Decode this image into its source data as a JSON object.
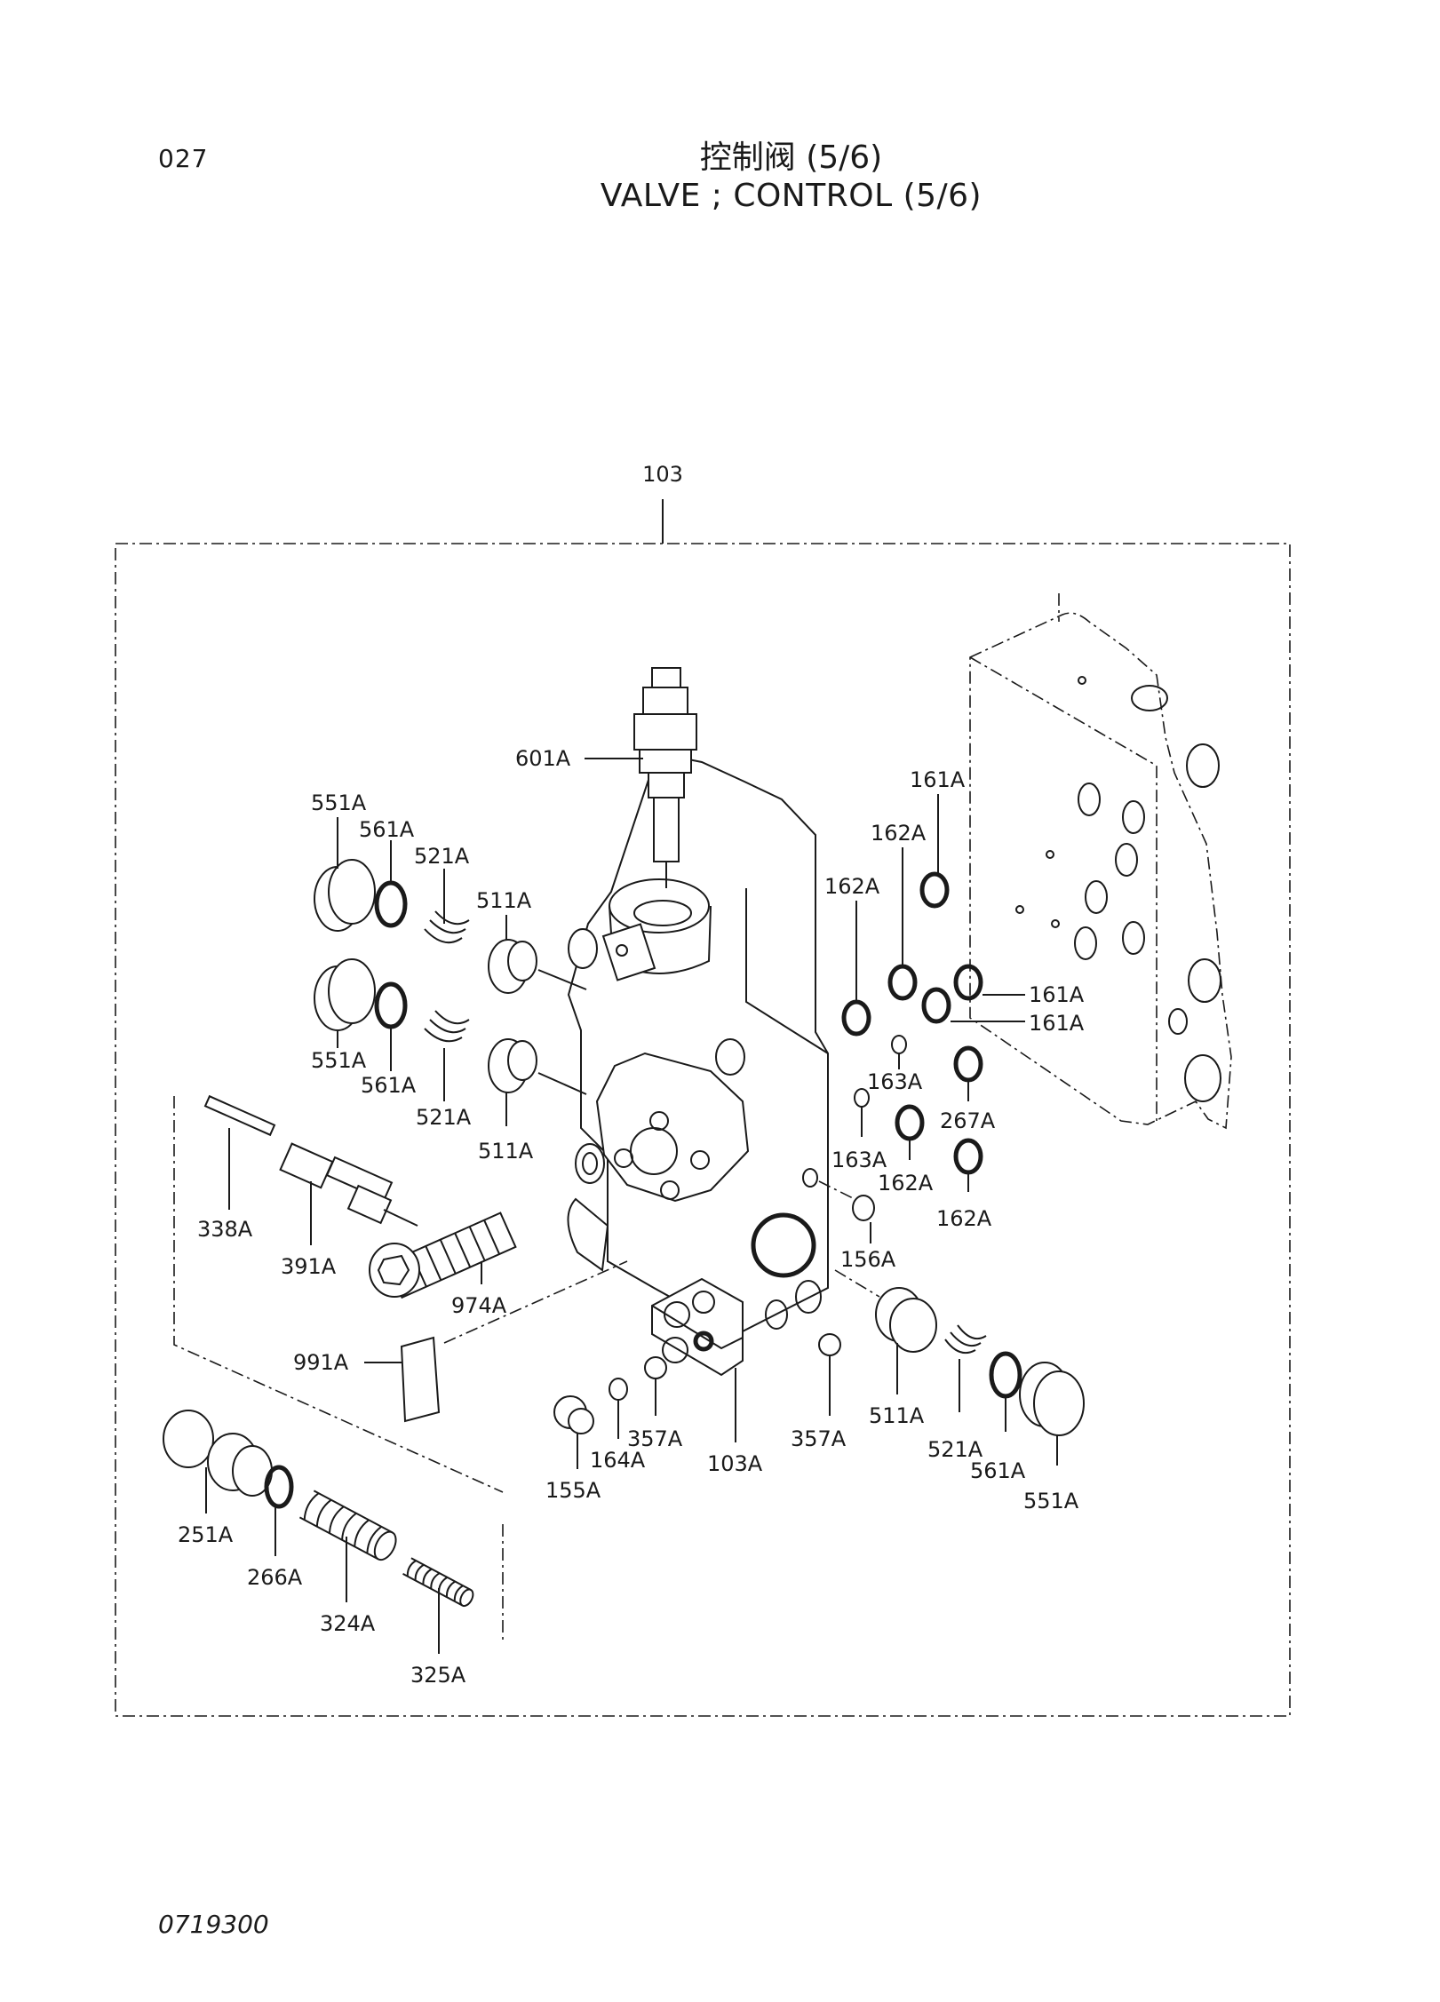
{
  "header": {
    "page_number": "027",
    "title_cn": "控制阀 (5/6)",
    "title_en": "VALVE ; CONTROL (5/6)"
  },
  "footer": {
    "doc_code": "0719300"
  },
  "diagram": {
    "assembly_label": "103",
    "parts": {
      "p601A": "601A",
      "p551A_1": "551A",
      "p561A_1": "561A",
      "p521A_1": "521A",
      "p511A_1": "511A",
      "p551A_2": "551A",
      "p561A_2": "561A",
      "p521A_2": "521A",
      "p511A_2": "511A",
      "p161A_1": "161A",
      "p162A_1": "162A",
      "p162A_2": "162A",
      "p161A_2": "161A",
      "p161A_3": "161A",
      "p163A_1": "163A",
      "p267A": "267A",
      "p163A_2": "163A",
      "p162A_3": "162A",
      "p162A_4": "162A",
      "p338A": "338A",
      "p391A": "391A",
      "p974A": "974A",
      "p156A": "156A",
      "p991A": "991A",
      "p511A_3": "511A",
      "p521A_3": "521A",
      "p561A_3": "561A",
      "p551A_3": "551A",
      "p155A": "155A",
      "p164A": "164A",
      "p357A_1": "357A",
      "p103A": "103A",
      "p357A_2": "357A",
      "p251A": "251A",
      "p266A": "266A",
      "p324A": "324A",
      "p325A": "325A"
    }
  }
}
